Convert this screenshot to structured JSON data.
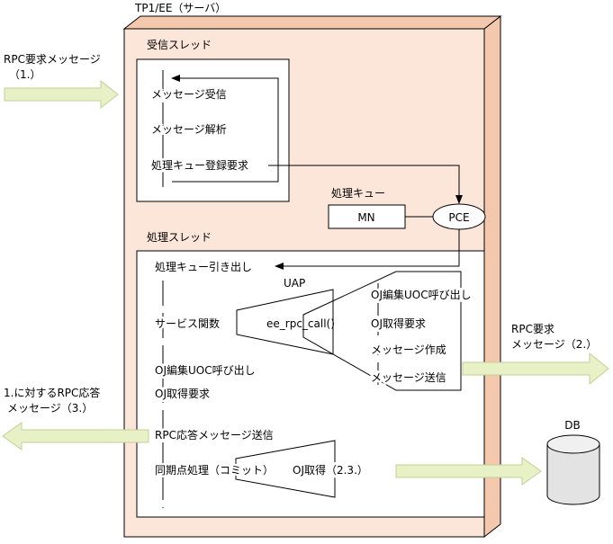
{
  "server_title": "TP1/EE（サーバ）",
  "receive_thread": {
    "title": "受信スレッド",
    "steps": [
      "メッセージ受信",
      "メッセージ解析",
      "処理キュー登録要求"
    ]
  },
  "queue": {
    "title": "処理キュー",
    "mn": "MN",
    "pce": "PCE"
  },
  "process_thread": {
    "title": "処理スレッド",
    "dequeue": "処理キュー引き出し",
    "uap": "UAP",
    "service_func": "サービス関数",
    "rpc_call": "ee_rpc_call()",
    "call_steps": [
      "OJ編集UOC呼び出し",
      "OJ取得要求",
      "メッセージ作成",
      "メッセージ送信"
    ],
    "after_steps": [
      "OJ編集UOC呼び出し",
      "OJ取得要求"
    ],
    "reply_send": "RPC応答メッセージ送信",
    "commit": "同期点処理（コミット）",
    "oj_get": "OJ取得（2.3.）"
  },
  "external": {
    "rpc_request_in": [
      "RPC要求メッセージ",
      "（1.）"
    ],
    "rpc_request_out": [
      "RPC要求",
      "メッセージ（2.）"
    ],
    "rpc_reply_out": [
      "1.に対するRPC応答",
      "メッセージ（3.）"
    ],
    "db": "DB"
  },
  "colors": {
    "panel_fill": "#fce6d9",
    "panel_shadow": "#f4c8ad",
    "arrow_fill": "#e8f0c6",
    "arrow_stroke": "#c2cf96",
    "db_fill": "#e3e3e3"
  }
}
